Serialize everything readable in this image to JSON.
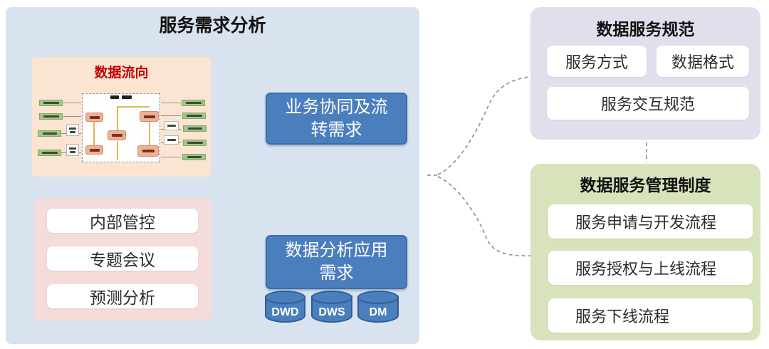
{
  "left_panel": {
    "title": "服务需求分析",
    "data_flow": {
      "title": "数据流向"
    },
    "demand_box": {
      "items": [
        "内部管控",
        "专题会议",
        "预测分析"
      ]
    },
    "blue_boxes": [
      {
        "label": "业务协同及流转需求"
      },
      {
        "label": "数据分析应用需求"
      }
    ],
    "cylinders": [
      "DWD",
      "DWS",
      "DM"
    ]
  },
  "spec_panel": {
    "title": "数据服务规范",
    "items": [
      "服务方式",
      "数据格式",
      "服务交互规范"
    ]
  },
  "mgmt_panel": {
    "title": "数据服务管理制度",
    "items": [
      "服务申请与开发流程",
      "服务授权与上线流程",
      "服务下线流程"
    ]
  },
  "colors": {
    "left_panel_bg": "#d9e3ef",
    "spec_panel_bg": "#e3deec",
    "mgmt_panel_bg": "#d7e3bb",
    "peach_box_bg": "#fbe5d2",
    "pink_box_bg": "#f3dcda",
    "blue_box_bg": "#4a7ebd",
    "cylinder_border": "#2e5e98",
    "data_flow_title": "#c00000",
    "connector_dash": "#8e9aa6",
    "mini_green": "#a3c585",
    "mini_orange": "#efb093",
    "mini_yellow": "#dcb84e"
  }
}
